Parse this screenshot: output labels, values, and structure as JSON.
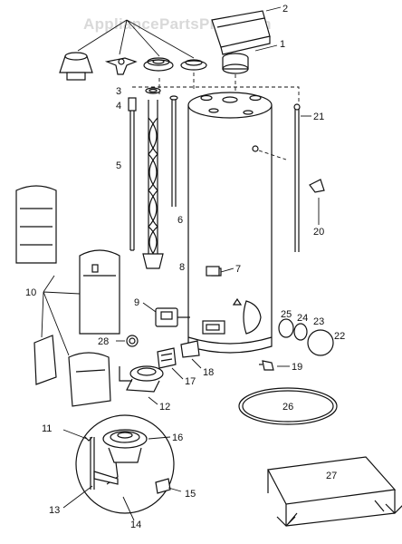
{
  "watermark": "AppliancePartsPros.com",
  "callouts": {
    "c1": "1",
    "c2": "2",
    "c3": "3",
    "c4": "4",
    "c5": "5",
    "c6": "6",
    "c7": "7",
    "c8": "8",
    "c9": "9",
    "c10": "10",
    "c11": "11",
    "c12": "12",
    "c13": "13",
    "c14": "14",
    "c15": "15",
    "c16": "16",
    "c17": "17",
    "c18": "18",
    "c19": "19",
    "c20": "20",
    "c21": "21",
    "c22": "22",
    "c23": "23",
    "c24": "24",
    "c25": "25",
    "c26": "26",
    "c27": "27",
    "c28": "28"
  },
  "colors": {
    "line": "#111111",
    "background": "#ffffff",
    "watermark": "#d9d9d9"
  }
}
